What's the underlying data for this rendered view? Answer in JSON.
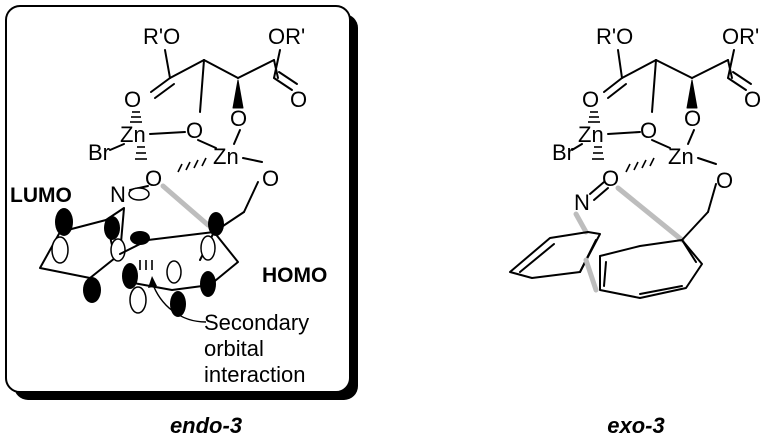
{
  "labels": {
    "r_o_left": "R'O",
    "or_right": "OR'",
    "o": "O",
    "zn": "Zn",
    "br": "Br",
    "n": "N",
    "lumo": "LUMO",
    "homo": "HOMO",
    "annotation_line1": "Secondary",
    "annotation_line2": "orbital",
    "annotation_line3": "interaction"
  },
  "captions": {
    "endo": "endo-3",
    "exo": "exo-3"
  },
  "colors": {
    "ink": "#000000",
    "highlight_bond": "#bdbdbd",
    "box_shadow": "#000000"
  }
}
